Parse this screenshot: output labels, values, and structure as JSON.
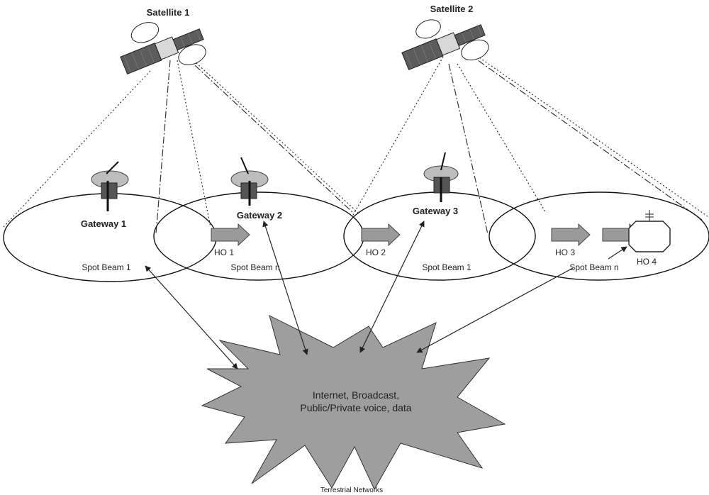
{
  "satellites": [
    {
      "label": "Satellite 1"
    },
    {
      "label": "Satellite 2"
    }
  ],
  "gateways": [
    {
      "label": "Gateway 1"
    },
    {
      "label": "Gateway 2"
    },
    {
      "label": "Gateway 3"
    }
  ],
  "spot_beams": [
    {
      "label": "Spot Beam 1"
    },
    {
      "label": "Spot Beam n"
    },
    {
      "label": "Spot Beam 1"
    },
    {
      "label": "Spot Beam n"
    }
  ],
  "handovers": [
    {
      "label": "HO 1"
    },
    {
      "label": "HO 2"
    },
    {
      "label": "HO 3"
    },
    {
      "label": "HO 4"
    }
  ],
  "cloud": {
    "line1": "Internet, Broadcast,",
    "line2": "Public/Private voice, data"
  },
  "footer": {
    "label": "Terrestrial Networks"
  },
  "colors": {
    "arrow_fill": "#9a9a9a",
    "cloud_fill": "#9e9e9e",
    "panel": "#5c5c5c"
  }
}
